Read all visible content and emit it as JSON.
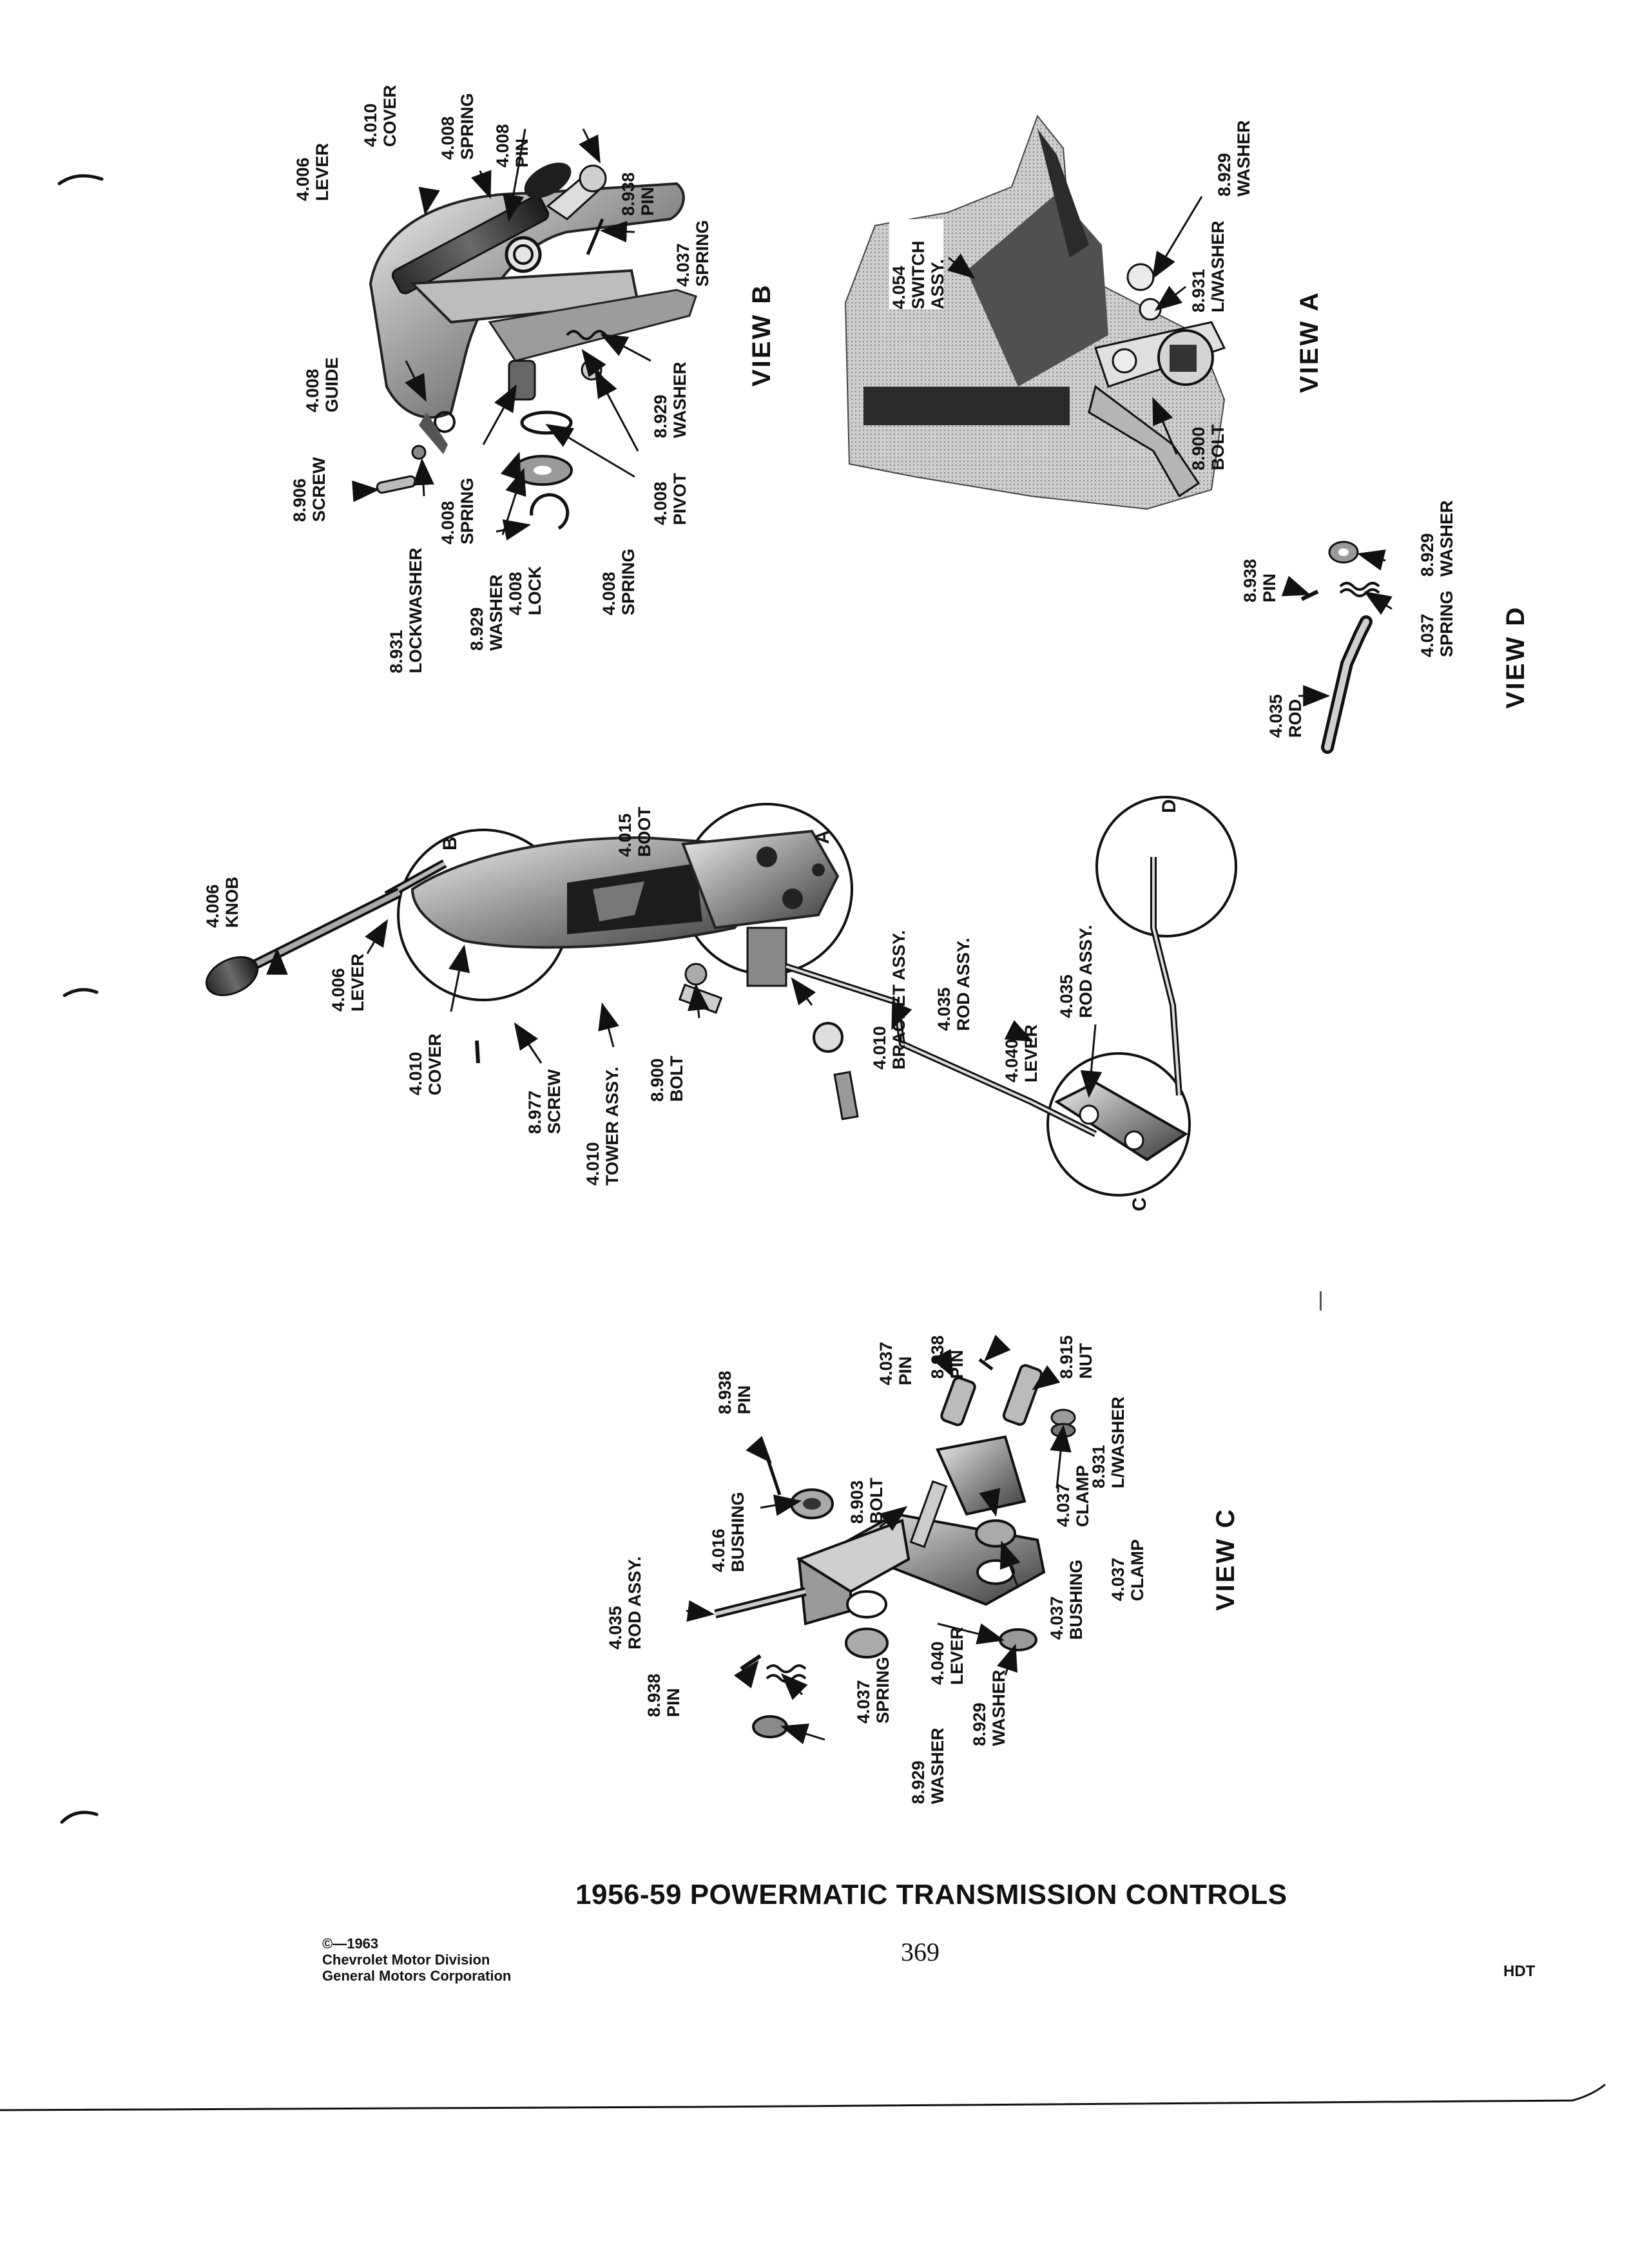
{
  "page": {
    "title": "1956-59 POWERMATIC TRANSMISSION CONTROLS",
    "page_number": "369",
    "copyright": [
      "©—1963",
      "Chevrolet Motor Division",
      "General Motors Corporation"
    ],
    "code": "HDT"
  },
  "views": {
    "b": "VIEW B",
    "a": "VIEW A",
    "d": "VIEW D",
    "c": "VIEW C"
  },
  "callouts": {
    "b": [
      "B",
      "A",
      "D",
      "C"
    ]
  },
  "labels": {
    "view_b": [
      "4.006\nLEVER",
      "4.010\nCOVER",
      "4.008\nSPRING",
      "4.008\nPIN",
      "8.938\nPIN",
      "4.037\nSPRING",
      "4.008\nGUIDE",
      "8.929\nWASHER",
      "8.906\nSCREW",
      "4.008\nPIVOT",
      "8.931\nLOCKWASHER",
      "4.008\nSPRING",
      "8.929\nWASHER",
      "4.008\nLOCK",
      "4.008\nSPRING"
    ],
    "view_a": [
      "4.054\nSWITCH\nASSY.",
      "8.929\nWASHER",
      "8.931\nL/WASHER",
      "8.900\nBOLT"
    ],
    "view_d": [
      "8.938\nPIN",
      "8.929\nWASHER",
      "4.037\nSPRING",
      "4.035\nROD"
    ],
    "main": [
      "4.006\nKNOB",
      "4.015\nBOOT",
      "4.006\nLEVER",
      "4.010\nCOVER",
      "8.977\nSCREW",
      "4.010\nTOWER ASSY.",
      "8.900\nBOLT",
      "4.010\nBRACKET ASSY.",
      "4.035\nROD ASSY.",
      "4.035\nROD ASSY.",
      "4.040\nLEVER"
    ],
    "view_c": [
      "8.938\nPIN",
      "4.037\nPIN",
      "8.938\nPIN",
      "8.915\nNUT",
      "4.016\nBUSHING",
      "8.903\nBOLT",
      "8.931\nL/WASHER",
      "4.035\nROD ASSY.",
      "4.037\nCLAMP",
      "4.037\nCLAMP",
      "4.037\nBUSHING",
      "8.938\nPIN",
      "4.037\nSPRING",
      "4.040\nLEVER",
      "8.929\nWASHER",
      "8.929\nWASHER"
    ]
  }
}
